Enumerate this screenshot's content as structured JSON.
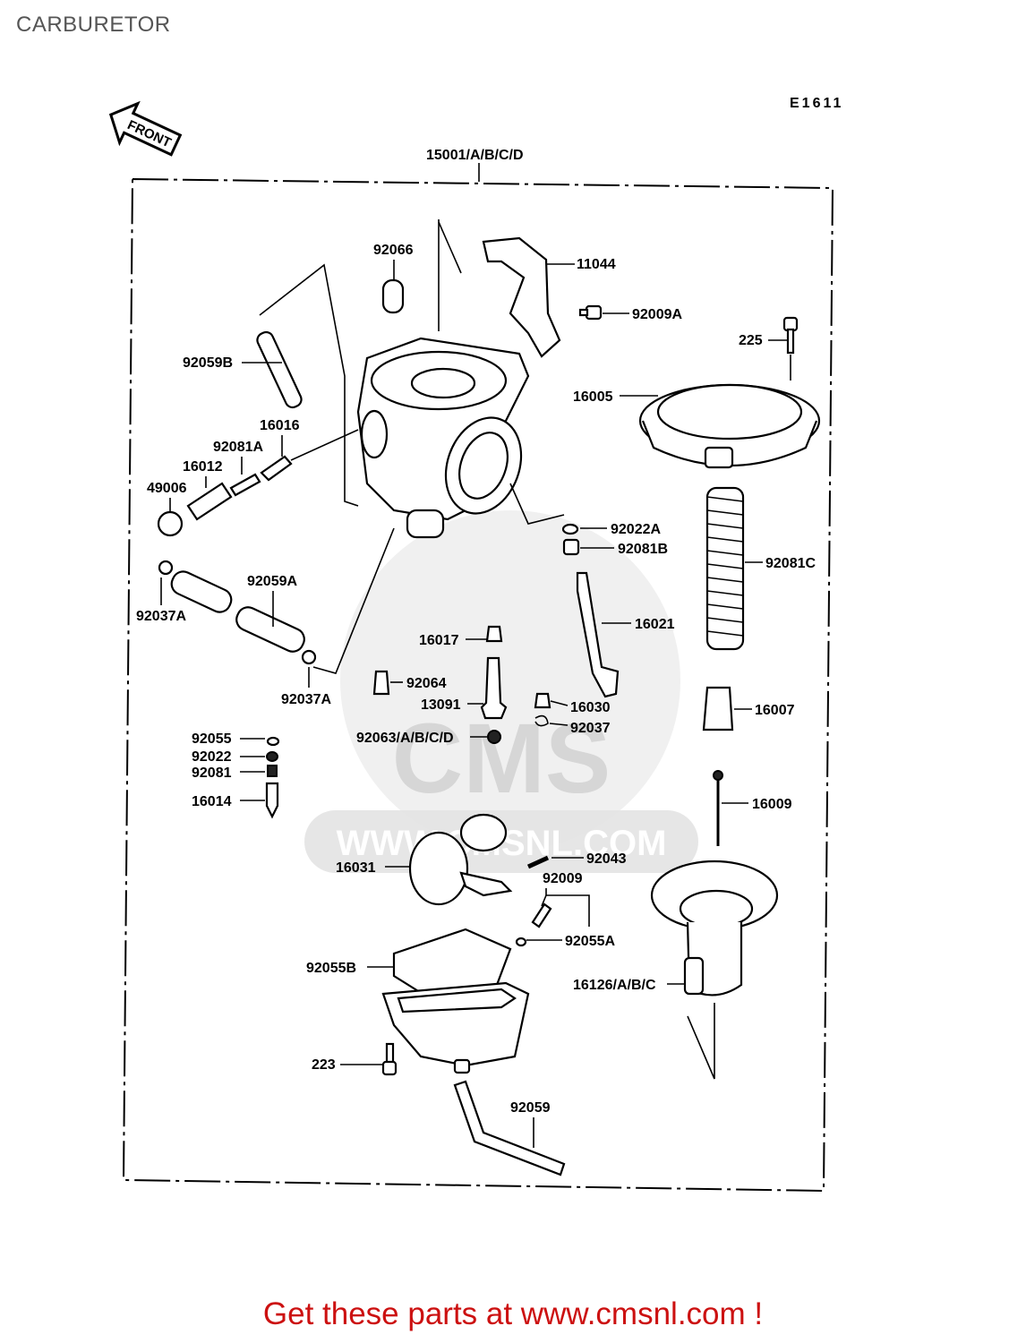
{
  "page": {
    "title": "CARBURETOR"
  },
  "diagram": {
    "code": "E1611",
    "front_label": "FRONT",
    "assembly_label": "15001/A/B/C/D",
    "parts": {
      "p11044": "11044",
      "p92009A": "92009A",
      "p92066": "92066",
      "p225": "225",
      "p16005": "16005",
      "p92059B": "92059B",
      "p16016": "16016",
      "p92081A": "92081A",
      "p16012": "16012",
      "p49006": "49006",
      "p92022A": "92022A",
      "p92081B": "92081B",
      "p92081C": "92081C",
      "p92059A": "92059A",
      "p92037A_left": "92037A",
      "p92037A_right": "92037A",
      "p16021": "16021",
      "p16017": "16017",
      "p92064": "92064",
      "p13091": "13091",
      "p16030": "16030",
      "p16007": "16007",
      "p92063": "92063/A/B/C/D",
      "p92037": "92037",
      "p92055": "92055",
      "p92022": "92022",
      "p92081": "92081",
      "p16014": "16014",
      "p16009": "16009",
      "p16031": "16031",
      "p92043": "92043",
      "p92009": "92009",
      "p92055A": "92055A",
      "p92055B": "92055B",
      "p16126": "16126/A/B/C",
      "p223": "223",
      "p92059": "92059"
    },
    "watermark": {
      "brand": "CMS",
      "url": "WWW.CMSNL.COM"
    }
  },
  "footer": {
    "cta": "Get these parts at www.cmsnl.com !"
  },
  "colors": {
    "cta": "#cc1111",
    "title": "#555555",
    "watermark": "#e3e3e3"
  }
}
